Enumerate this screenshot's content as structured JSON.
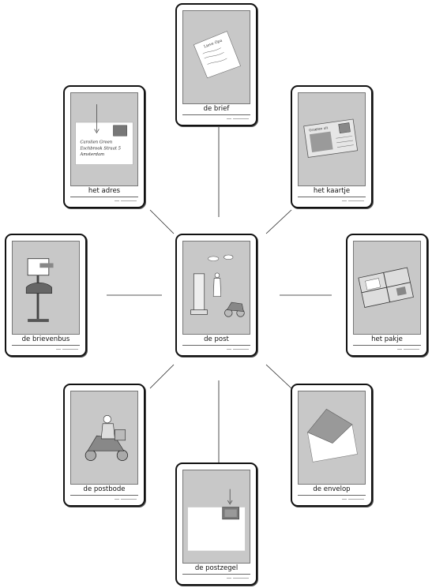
{
  "center": {
    "label": "de post",
    "icon": "post-office-scene-icon"
  },
  "cards": [
    {
      "id": "brief",
      "label": "de brief",
      "icon": "handwritten-letter-icon"
    },
    {
      "id": "kaartje",
      "label": "het kaartje",
      "icon": "postcard-icon"
    },
    {
      "id": "pakje",
      "label": "het pakje",
      "icon": "parcel-icon"
    },
    {
      "id": "envelop",
      "label": "de envelop",
      "icon": "envelope-icon"
    },
    {
      "id": "postzegel",
      "label": "de postzegel",
      "icon": "stamp-icon"
    },
    {
      "id": "postbode",
      "label": "de postbode",
      "icon": "postman-scooter-icon"
    },
    {
      "id": "brievenbus",
      "label": "de brievenbus",
      "icon": "mailbox-icon"
    },
    {
      "id": "adres",
      "label": "het adres",
      "icon": "addressed-envelope-icon"
    }
  ],
  "address_text": [
    "Carolien Green",
    "Eschbrook Straat 5",
    "Amsterdam"
  ],
  "letter_text": "Lieve Opa",
  "postcard_text": "Groeten uit"
}
